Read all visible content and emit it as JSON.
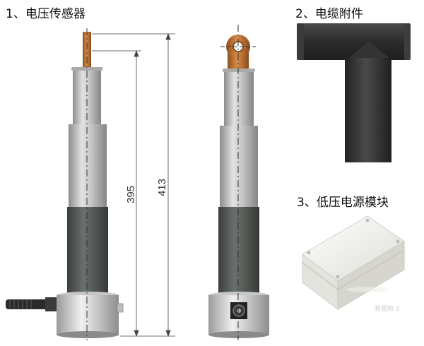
{
  "labels": {
    "sensor": "1、电压传感器",
    "accessory": "2、电缆附件",
    "power_module": "3、低压电源模块"
  },
  "dimensions": {
    "inner": "395",
    "outer": "413"
  },
  "watermark": "易图网 2",
  "colors": {
    "copper": "#c87a35",
    "silver": "#bcbcbc",
    "dark_rubber": "#4d5350",
    "black_rubber": "#2e2e2e",
    "box": "#f1f1ec"
  }
}
